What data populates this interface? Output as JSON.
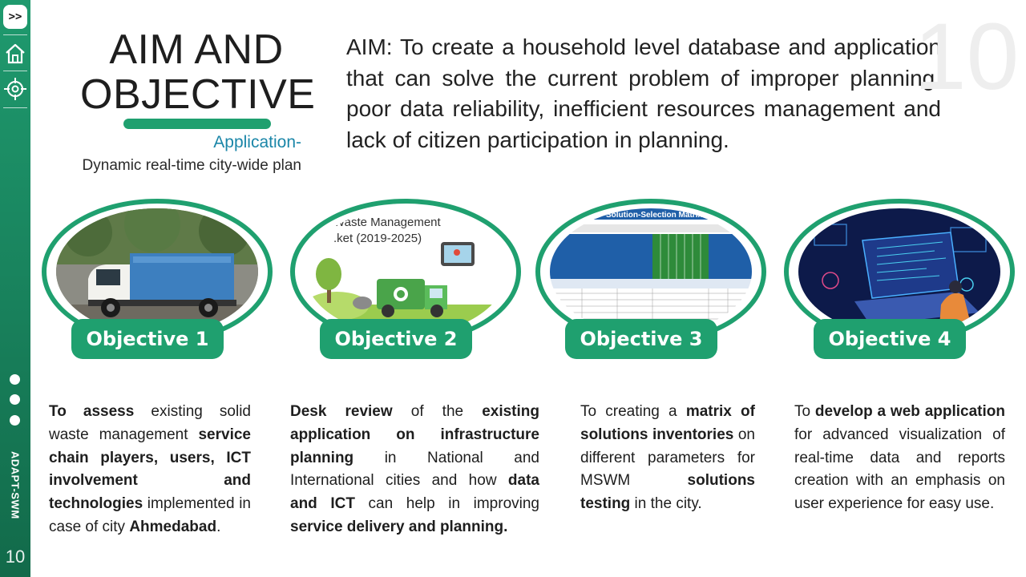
{
  "sidebar": {
    "expand_label": ">>",
    "nav_icons": [
      "home-icon",
      "target-icon"
    ],
    "vertical_label": "ADAPT-SWM",
    "page_number": "10"
  },
  "header": {
    "title_line1": "AIM AND",
    "title_line2": "OBJECTIVE",
    "application_label": "Application-",
    "application_desc": "Dynamic real-time city-wide plan",
    "aim_text": "AIM: To create a household level database and application that can solve the current problem of improper planning, poor data reliability, inefficient resources management and lack of citizen participation in planning.",
    "watermark_number": "10"
  },
  "colors": {
    "accent": "#1fa06f",
    "sidebar": "#18805b",
    "application_label": "#1a86a8"
  },
  "objectives": [
    {
      "label": "Objective 1",
      "image": "garbage-truck-photo",
      "segments": [
        {
          "text": "To assess",
          "bold": true
        },
        {
          "text": " existing solid waste management ",
          "bold": false
        },
        {
          "text": "service chain players, users, ICT involvement and technologies",
          "bold": true
        },
        {
          "text": " implemented in case of city ",
          "bold": false
        },
        {
          "text": "Ahmedabad",
          "bold": true
        },
        {
          "text": ".",
          "bold": false
        }
      ]
    },
    {
      "label": "Objective 2",
      "image": "waste-management-app-illustration",
      "image_text_line1": "Waste Management",
      "image_text_line2": ".ket (2019-2025)",
      "segments": [
        {
          "text": "Desk review",
          "bold": true
        },
        {
          "text": " of the ",
          "bold": false
        },
        {
          "text": "existing application on infrastructure planning",
          "bold": true
        },
        {
          "text": " in National and International cities and how ",
          "bold": false
        },
        {
          "text": "data and ICT",
          "bold": true
        },
        {
          "text": " can help in improving ",
          "bold": false
        },
        {
          "text": "service delivery and planning.",
          "bold": true
        }
      ]
    },
    {
      "label": "Objective 3",
      "image": "solution-selection-matrix-screenshot",
      "image_text_line1": "Solution-Selection Matrix",
      "segments": [
        {
          "text": "To creating a ",
          "bold": false
        },
        {
          "text": "matrix of solutions inventories",
          "bold": true
        },
        {
          "text": " on different parameters for MSWM ",
          "bold": false
        },
        {
          "text": "solutions testing",
          "bold": true
        },
        {
          "text": " in the city.",
          "bold": false
        }
      ]
    },
    {
      "label": "Objective 4",
      "image": "web-application-laptop-illustration",
      "segments": [
        {
          "text": "To ",
          "bold": false
        },
        {
          "text": "develop a web application",
          "bold": true
        },
        {
          "text": " for advanced visualization of real-time data and reports creation with an emphasis on user experience for easy use.",
          "bold": false
        }
      ]
    }
  ]
}
